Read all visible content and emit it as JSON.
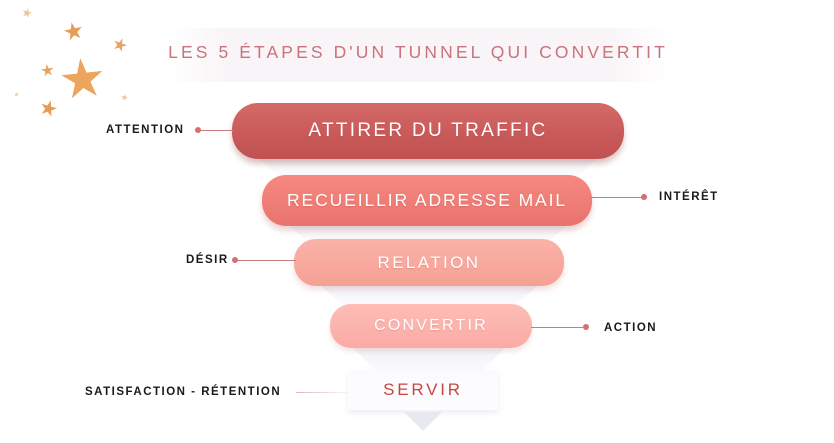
{
  "title": "LES 5 ÉTAPES D'UN TUNNEL QUI CONVERTIT",
  "funnel": {
    "stages": [
      {
        "label": "ATTIRER DU TRAFFIC",
        "callout": "ATTENTION",
        "color": "#c95a5a"
      },
      {
        "label": "RECUEILLIR ADRESSE MAIL",
        "callout": "INTÉRÊT",
        "color": "#ef7d76"
      },
      {
        "label": "RELATION",
        "callout": "DÉSIR",
        "color": "#f8a89d"
      },
      {
        "label": "CONVERTIR",
        "callout": "ACTION",
        "color": "#fcb3ad"
      },
      {
        "label": "SERVIR",
        "callout": "SATISFACTION - RÉTENTION",
        "color": "#c9453f"
      }
    ]
  },
  "colors": {
    "title_text": "#c9737c",
    "title_band": "#f9f4f7",
    "callout_text": "#1a1a1a",
    "callout_line": "#c87d7d",
    "callout_dot": "#d4706e",
    "connector": "#eceef6",
    "arrow": "#e7e9f0",
    "star": "#e8a159",
    "background": "#ffffff"
  },
  "decoration": {
    "stars_label": "decorative-stars"
  }
}
